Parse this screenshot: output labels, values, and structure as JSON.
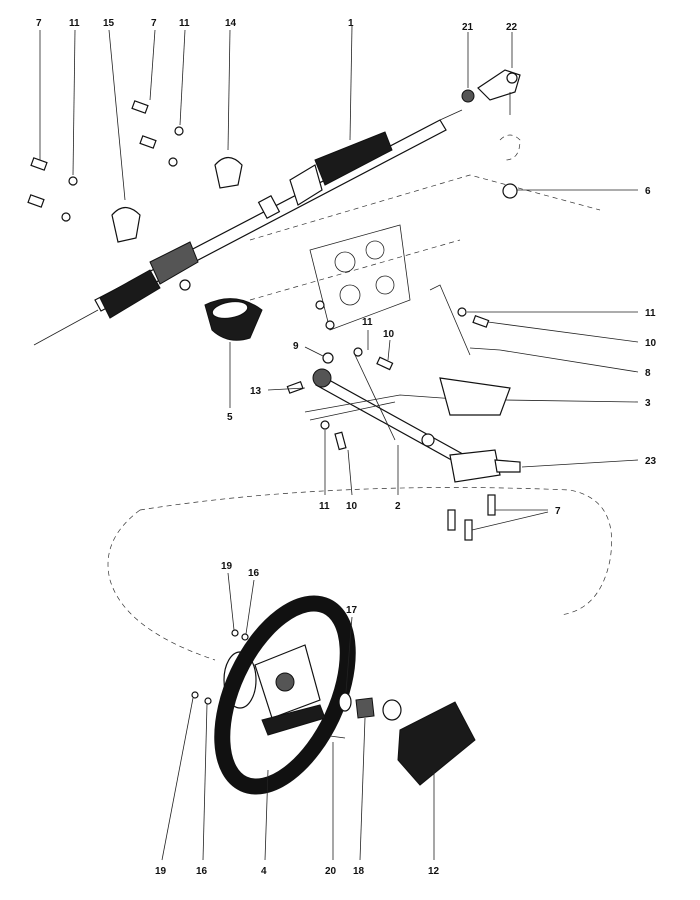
{
  "callouts": [
    {
      "id": "c1",
      "label": "1"
    },
    {
      "id": "c2",
      "label": "2"
    },
    {
      "id": "c3",
      "label": "3"
    },
    {
      "id": "c4",
      "label": "4"
    },
    {
      "id": "c5",
      "label": "5"
    },
    {
      "id": "c6",
      "label": "6"
    },
    {
      "id": "c7a",
      "label": "7"
    },
    {
      "id": "c7b",
      "label": "7"
    },
    {
      "id": "c7c",
      "label": "7"
    },
    {
      "id": "c8",
      "label": "8"
    },
    {
      "id": "c9",
      "label": "9"
    },
    {
      "id": "c10a",
      "label": "10"
    },
    {
      "id": "c10b",
      "label": "10"
    },
    {
      "id": "c10c",
      "label": "10"
    },
    {
      "id": "c11a",
      "label": "11"
    },
    {
      "id": "c11b",
      "label": "11"
    },
    {
      "id": "c11c",
      "label": "11"
    },
    {
      "id": "c11d",
      "label": "11"
    },
    {
      "id": "c11e",
      "label": "11"
    },
    {
      "id": "c12",
      "label": "12"
    },
    {
      "id": "c13",
      "label": "13"
    },
    {
      "id": "c14",
      "label": "14"
    },
    {
      "id": "c15",
      "label": "15"
    },
    {
      "id": "c16a",
      "label": "16"
    },
    {
      "id": "c16b",
      "label": "16"
    },
    {
      "id": "c17",
      "label": "17"
    },
    {
      "id": "c18",
      "label": "18"
    },
    {
      "id": "c19a",
      "label": "19"
    },
    {
      "id": "c19b",
      "label": "19"
    },
    {
      "id": "c20",
      "label": "20"
    },
    {
      "id": "c21",
      "label": "21"
    },
    {
      "id": "c22",
      "label": "22"
    },
    {
      "id": "c23",
      "label": "23"
    }
  ]
}
